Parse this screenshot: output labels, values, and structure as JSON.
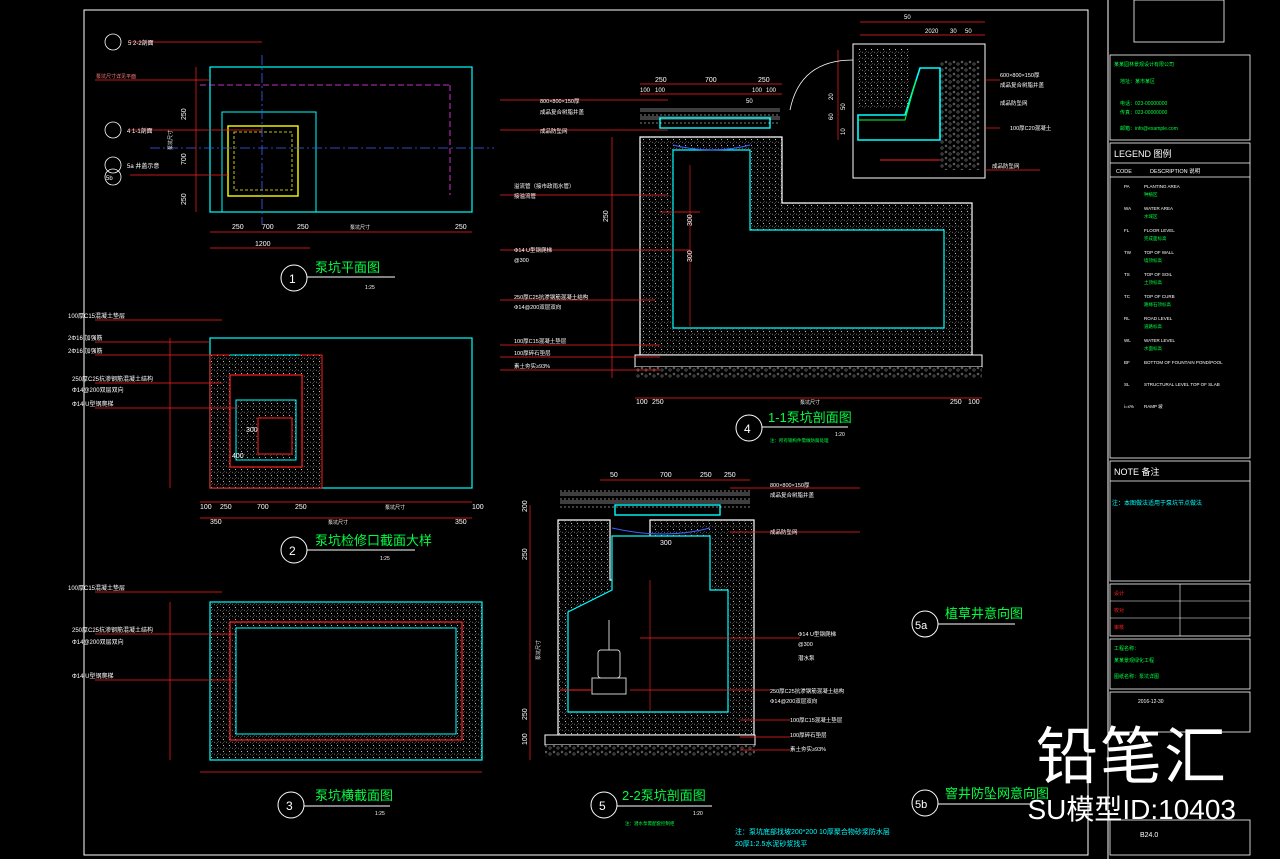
{
  "colors": {
    "background": "#000000",
    "structure": "#ffffff",
    "cyan": "#00ffff",
    "red": "#ff2020",
    "yellow": "#ffff00",
    "green": "#00ff40",
    "magenta": "#ff40ff",
    "blue": "#4060ff",
    "grey": "#9a9a9a"
  },
  "titles": {
    "t1": {
      "num": "1",
      "name": "泵坑平面图",
      "scale": "1:25"
    },
    "t2": {
      "num": "2",
      "name": "泵坑检修口截面大样",
      "scale": "1:25"
    },
    "t3": {
      "num": "3",
      "name": "泵坑横截面图",
      "scale": "1:25"
    },
    "t4": {
      "num": "4",
      "name": "1-1泵坑剖面图",
      "scale": "1:20"
    },
    "t5": {
      "num": "5",
      "name": "2-2泵坑剖面图",
      "scale": "1:20"
    },
    "t5a": {
      "num": "5a",
      "name": "植草井意向图"
    },
    "t5b": {
      "num": "5b",
      "name": "窨井防坠网意向图"
    }
  },
  "dims": {
    "p1_top": "2-2剖面",
    "p1_bottom": [
      "250",
      "700",
      "250",
      "泵坑尺寸",
      "250"
    ],
    "p1_total": "1200",
    "p1_left": [
      "250",
      "700",
      "250"
    ],
    "p2_bottom": [
      "100",
      "250",
      "700",
      "250",
      "泵坑尺寸",
      "100"
    ],
    "p2_total": [
      "350",
      "泵坑尺寸",
      "350"
    ],
    "p2_label_300": "300",
    "p2_label_400": "400",
    "p4_top": [
      "250",
      "700",
      "250"
    ],
    "p4_top2": [
      "100",
      "100",
      "50",
      "100",
      "100"
    ],
    "p4_bottom": [
      "100",
      "250",
      "泵坑尺寸",
      "250",
      "100"
    ],
    "p4_side": [
      "250",
      "300",
      "300"
    ],
    "p4_detail_top": [
      "50",
      "2020",
      "30",
      "50"
    ],
    "p4_detail_side": [
      "20",
      "60",
      "10",
      "50"
    ],
    "p5_top": [
      "50",
      "700",
      "250",
      "250"
    ],
    "p5_side": [
      "200",
      "250",
      "泵坑尺寸",
      "250",
      "100"
    ],
    "p5_label_300": "300"
  },
  "annotations": {
    "p1": [
      "5  2-2剖面",
      "4  1-1剖面",
      "5a  井盖示意",
      "5b",
      "泵坑尺寸详见平面",
      "泵坑尺寸"
    ],
    "p2": [
      "100厚C15混凝土垫层",
      "2Φ16 加强筋",
      "2Φ16 加强筋",
      "250厚C25抗渗钢筋混凝土结构",
      "Φ14@200双层双向",
      "Φ14 U型钢爬梯"
    ],
    "p3": [
      "100厚C15混凝土垫层",
      "250厚C25抗渗钢筋混凝土结构",
      "Φ14@200双层双向",
      "Φ14 U型钢爬梯"
    ],
    "p4_left": [
      "800×800×150厚",
      "成品复合树脂井盖",
      "成品防坠网",
      "溢流管（接市政雨水管）",
      "接溢流管",
      "Φ14 U型钢爬梯",
      "@300",
      "250厚C25抗渗钢筋混凝土结构",
      "Φ14@200双层双向",
      "100厚C15混凝土垫层",
      "100厚碎石垫层",
      "素土夯实≥93%"
    ],
    "p4_detail": [
      "600×800×150厚",
      "成品复合树脂井盖",
      "成品防坠网",
      "100厚C20混凝土",
      "成品防坠网"
    ],
    "p4_note": "注：所有钢构件需做防腐处理",
    "p5_right": [
      "800×800×150厚",
      "成品复合树脂井盖",
      "成品防坠网",
      "Φ14 U型钢爬梯",
      "@300",
      "潜水泵",
      "250厚C25抗渗钢筋混凝土结构",
      "Φ14@200双层双向",
      "100厚C15混凝土垫层",
      "100厚碎石垫层",
      "素土夯实≥93%"
    ],
    "p5_note": "注：潜水泵需配套控制柜",
    "bottom_note1": "注：泵坑底部找坡200*200     10厚聚合物砂浆防水层",
    "bottom_note2": "20厚1:2.5水泥砂浆找平"
  },
  "right_panel": {
    "company_lines": [
      "某某园林景观设计有限公司",
      "地址：某市某区",
      "电话：023-00000000",
      "传真：023-00000000",
      "邮箱：info@example.com"
    ],
    "legend_title": "LEGEND 图例",
    "legend_header": [
      "CODE",
      "DESCRIPTION 说明"
    ],
    "legend": [
      {
        "code": "PA",
        "en": "PLANTING AREA",
        "cn": "种植区"
      },
      {
        "code": "WA",
        "en": "WATER AREA",
        "cn": "水域区"
      },
      {
        "code": "FL",
        "en": "FLOOR LEVEL",
        "cn": "完成面标高"
      },
      {
        "code": "TW",
        "en": "TOP OF WALL",
        "cn": "墙顶标高"
      },
      {
        "code": "TS",
        "en": "TOP OF SOIL",
        "cn": "土顶标高"
      },
      {
        "code": "TC",
        "en": "TOP OF CURB",
        "cn": "路缘石顶标高"
      },
      {
        "code": "RL",
        "en": "ROAD LEVEL",
        "cn": "道路标高"
      },
      {
        "code": "WL",
        "en": "WATER LEVEL",
        "cn": "水面标高"
      },
      {
        "code": "BF",
        "en": "BOTTOM OF FOUNTAIN POND/POOL",
        "cn": ""
      },
      {
        "code": "SL",
        "en": "STRUCTURAL LEVEL TOP OF SLAB",
        "cn": ""
      },
      {
        "code": "i=x%",
        "en": "RAMP 坡",
        "cn": ""
      }
    ],
    "note_title": "NOTE 备注",
    "note_text": "注：本图做法适用于泵坑节点做法",
    "sign_labels": [
      "设计",
      "校对",
      "审核"
    ],
    "project_lines": [
      "工程名称：",
      "某某景观绿化工程",
      "图纸名称：泵坑详图"
    ],
    "date": "2016-12-30",
    "sheet": "B24.0"
  },
  "watermark": {
    "brand": "铅笔汇",
    "id": "SU模型ID:10403"
  }
}
